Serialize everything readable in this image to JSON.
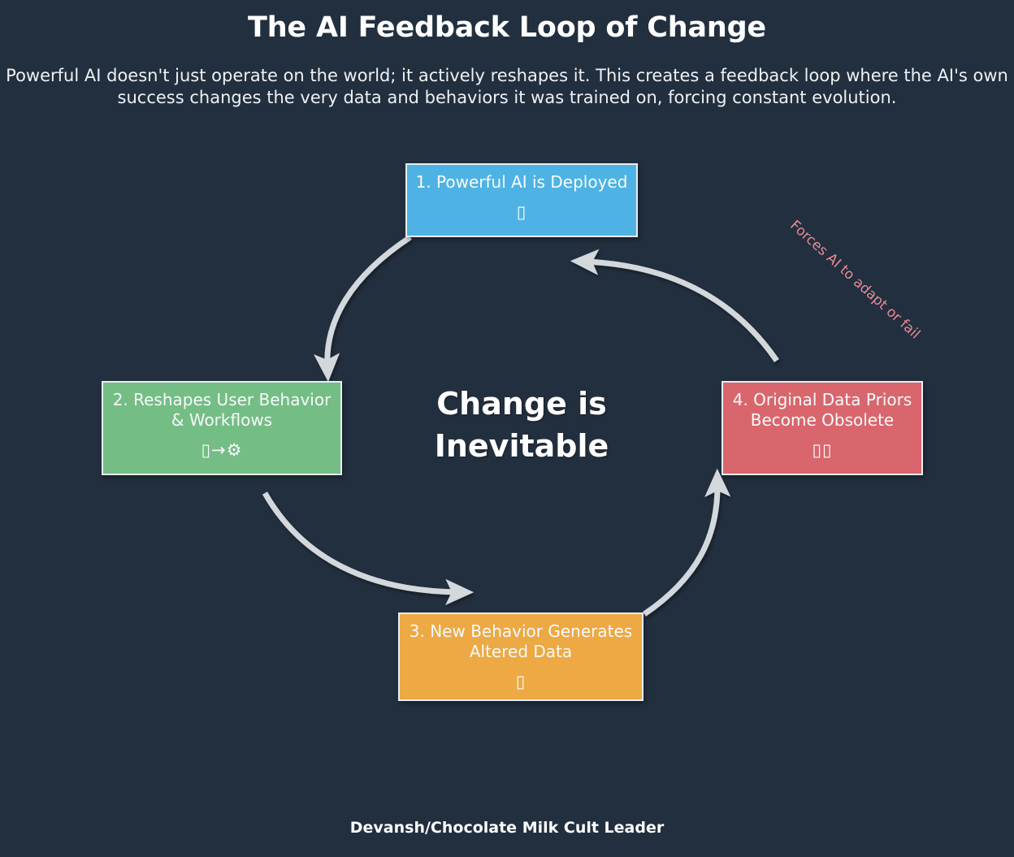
{
  "header": {
    "title": "The AI Feedback Loop of Change",
    "subtitle": "Powerful AI doesn't just operate on the world; it actively reshapes it. This creates a feedback loop\nwhere the AI's own success changes the very data and behaviors it was trained on, forcing constant evolution."
  },
  "center": {
    "text": "Change is\nInevitable"
  },
  "annotation": {
    "text": "Forces AI to adapt or fail",
    "color": "#e98a96"
  },
  "footer": {
    "text": "Devansh/Chocolate Milk Cult Leader"
  },
  "colors": {
    "background": "#222f3e",
    "node_1": "#4eb3e4",
    "node_2": "#74bd84",
    "node_3": "#eda943",
    "node_4": "#d9666c",
    "arrow": "#d3d8dd",
    "border": "#e8eef3"
  },
  "nodes": [
    {
      "id": "node-1",
      "label": "1. Powerful AI is Deployed",
      "glyph": "▯",
      "glyph_name": "missing-emoji-glyph",
      "color": "#4eb3e4"
    },
    {
      "id": "node-2",
      "label": "2. Reshapes User Behavior\n& Workflows",
      "glyph": "▯→⚙",
      "glyph_name": "missing-emoji-arrow-gear-glyph",
      "color": "#74bd84"
    },
    {
      "id": "node-3",
      "label": "3. New Behavior Generates\nAltered Data",
      "glyph": "▯",
      "glyph_name": "missing-emoji-glyph",
      "color": "#eda943"
    },
    {
      "id": "node-4",
      "label": "4. Original Data Priors\nBecome Obsolete",
      "glyph": "▯▯",
      "glyph_name": "missing-emoji-double-glyph",
      "color": "#d9666c"
    }
  ],
  "arrows": [
    {
      "id": "arrow-1-to-2",
      "from": "node-1",
      "to": "node-2",
      "direction": "down-left"
    },
    {
      "id": "arrow-2-to-3",
      "from": "node-2",
      "to": "node-3",
      "direction": "down-right"
    },
    {
      "id": "arrow-3-to-4",
      "from": "node-3",
      "to": "node-4",
      "direction": "up-right"
    },
    {
      "id": "arrow-4-to-1",
      "from": "node-4",
      "to": "node-1",
      "direction": "up-left"
    }
  ]
}
